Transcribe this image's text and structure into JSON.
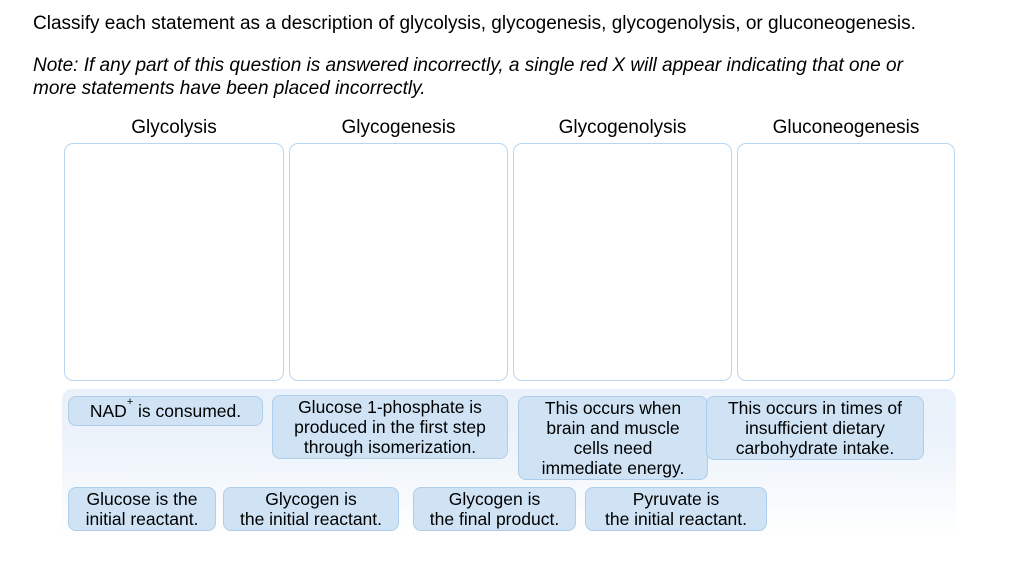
{
  "page": {
    "title": "Classify each statement as a description of glycolysis, glycogenesis, glycogenolysis, or gluconeogenesis.",
    "note_lines": [
      "Note: If any part of this question is answered incorrectly, a single red X will appear indicating that one or",
      "more statements have been placed incorrectly."
    ]
  },
  "categories": [
    {
      "id": "glycolysis",
      "label": "Glycolysis"
    },
    {
      "id": "glycogenesis",
      "label": "Glycogenesis"
    },
    {
      "id": "glycogenolysis",
      "label": "Glycogenolysis"
    },
    {
      "id": "gluconeogenesis",
      "label": "Gluconeogenesis"
    }
  ],
  "statements": {
    "nad_consumed": {
      "pre": "NAD",
      "sup": "+",
      "post": " is consumed."
    },
    "glucose_1_phosphate": [
      "Glucose 1-phosphate is",
      "produced in the first step",
      "through isomerization."
    ],
    "brain_muscle_energy": [
      "This occurs when",
      "brain and muscle",
      "cells need",
      "immediate energy."
    ],
    "insufficient_carbohydrate": [
      "This occurs in times of",
      "insufficient dietary",
      "carbohydrate intake."
    ],
    "glucose_initial_reactant": [
      "Glucose is the",
      "initial reactant."
    ],
    "glycogen_initial_reactant": [
      "Glycogen is",
      "the initial reactant."
    ],
    "glycogen_final_product": [
      "Glycogen is",
      "the final product."
    ],
    "pyruvate_initial_reactant": [
      "Pyruvate is",
      "the initial reactant."
    ]
  },
  "colors": {
    "chip_fill": "#cfe3f5",
    "chip_border": "#aecde9",
    "dropzone_border": "#b9d6f0",
    "tray_background_top": "#e9f1fa",
    "text": "#000000"
  }
}
